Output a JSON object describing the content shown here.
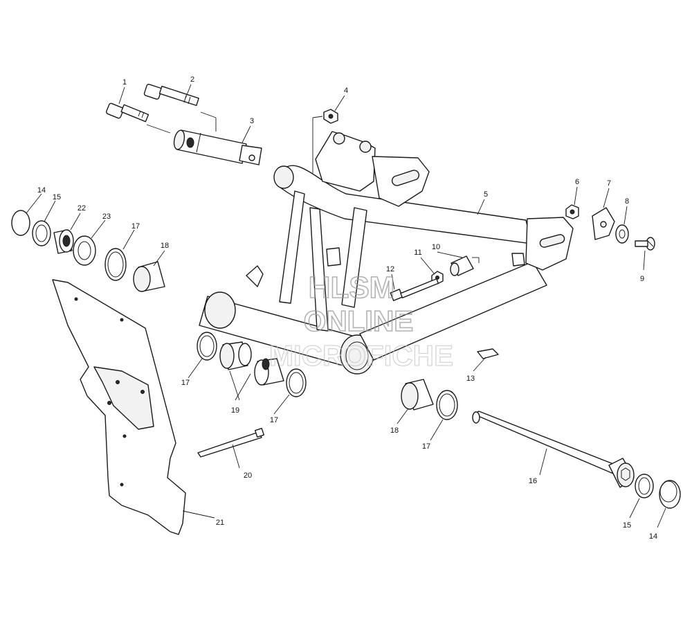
{
  "watermark": {
    "line1": "HLSM",
    "line2": "ONLINE",
    "line3": "MICROFICHE"
  },
  "callouts": {
    "c1": "1",
    "c2": "2",
    "c3": "3",
    "c4": "4",
    "c5": "5",
    "c6": "6",
    "c7": "7",
    "c8": "8",
    "c9": "9",
    "c10": "10",
    "c11": "11",
    "c12": "12",
    "c13": "13",
    "c14_left": "14",
    "c14_right": "14",
    "c15_left": "15",
    "c15_right": "15",
    "c16": "16",
    "c17_top": "17",
    "c17_left": "17",
    "c17_mid": "17",
    "c17_right": "17",
    "c18_top": "18",
    "c18_right": "18",
    "c19": "19",
    "c20": "20",
    "c21": "21",
    "c22": "22",
    "c23": "23"
  }
}
